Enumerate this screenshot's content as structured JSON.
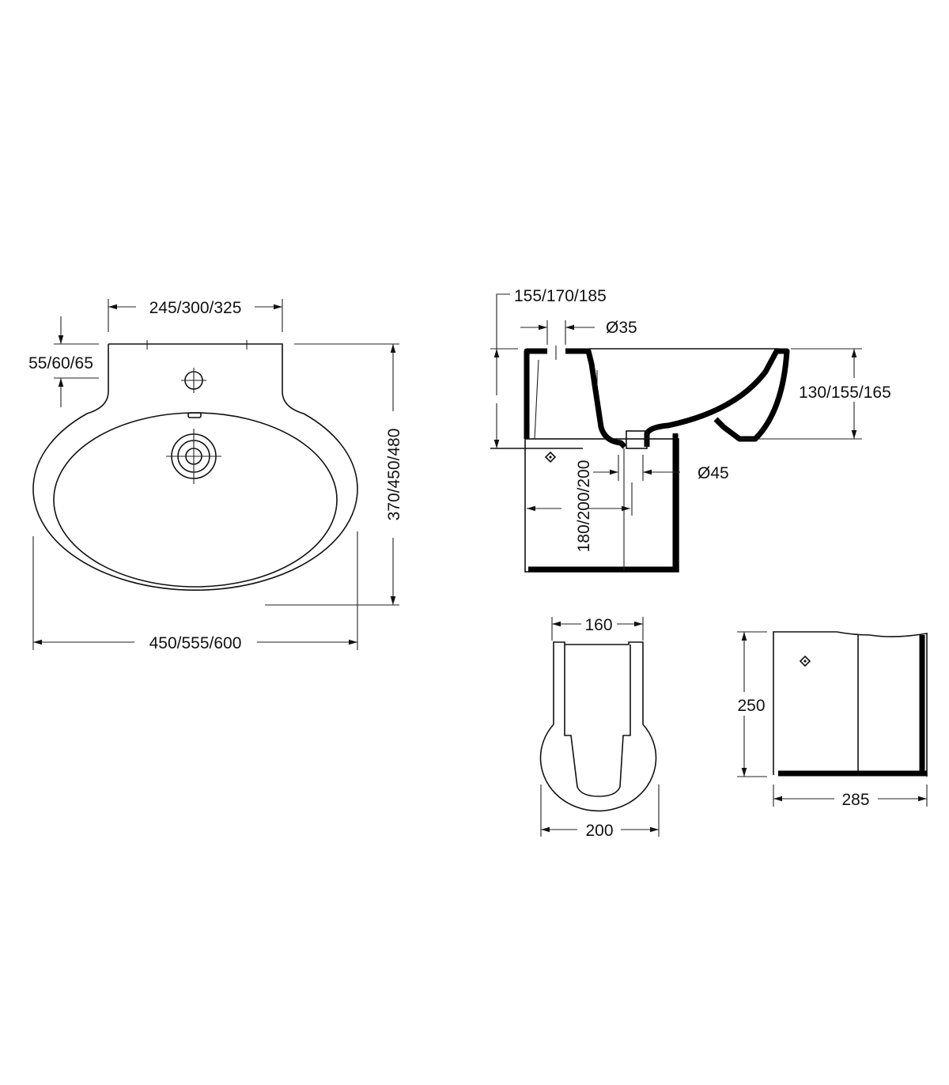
{
  "drawing": {
    "top_view": {
      "width_tap_deck": "245/300/325",
      "tap_deck_depth": "55/60/65",
      "overall_depth": "370/450/480",
      "overall_width": "450/555/600"
    },
    "side_section": {
      "tap_offset": "155/170/185",
      "tap_hole_diameter": "Ø35",
      "bowl_height": "130/155/165",
      "waste_diameter": "Ø45",
      "waste_offset": "180/200/200"
    },
    "pedestal_front": {
      "top_width": "160",
      "base_width": "200"
    },
    "pedestal_side": {
      "height": "250",
      "depth": "285"
    }
  }
}
